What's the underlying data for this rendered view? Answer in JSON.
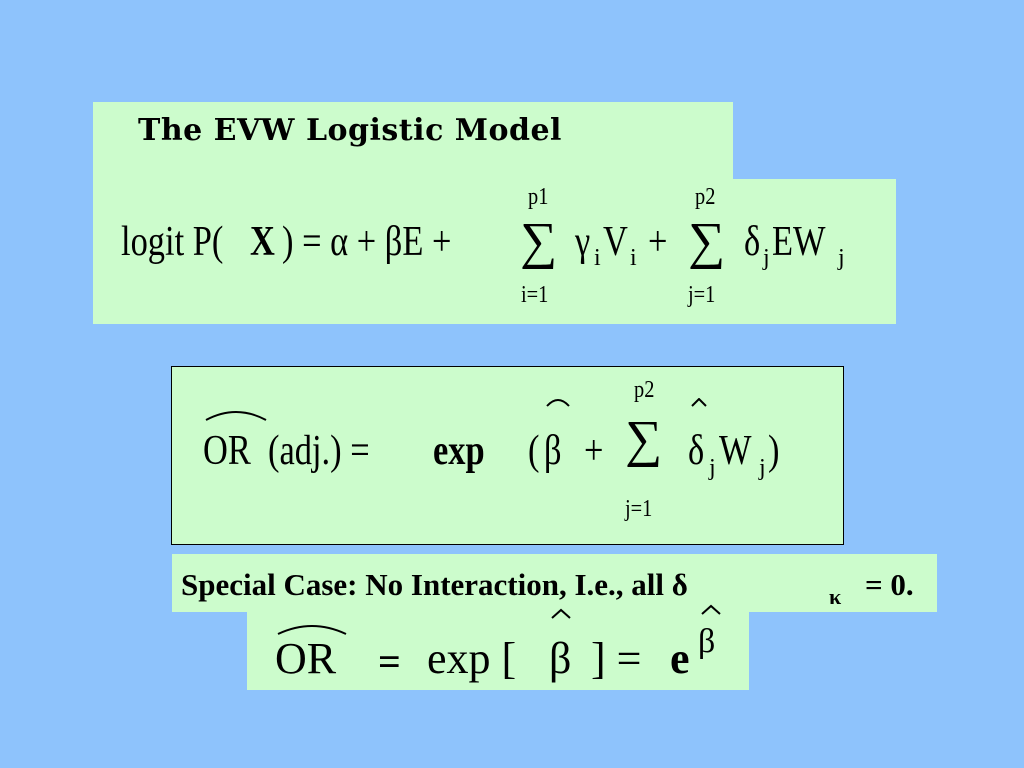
{
  "model_title": "The EVW Logistic Model",
  "equation1": {
    "lhs": "logit P(",
    "x_bold": "X",
    "rhs_start": ") = α + βE +",
    "sum1": {
      "symbol": "∑",
      "upper": "p1",
      "lower": "i=1"
    },
    "term1_gamma": "γ",
    "term1_i": "i",
    "term1_V": "V",
    "plus": "+",
    "sum2": {
      "symbol": "∑",
      "upper": "p2",
      "lower": "j=1"
    },
    "term2_delta": "δ",
    "term2_j": "j",
    "term2_EW": "EW"
  },
  "equation2": {
    "or_label": "OR",
    "adj": "(adj.) =",
    "exp_bold": "exp",
    "open_paren": "(",
    "beta": "β",
    "plus": "+",
    "sum": {
      "symbol": "∑",
      "upper": "p2",
      "lower": "j=1"
    },
    "delta": "δ",
    "j": "j",
    "W": "W",
    "close_paren": ")"
  },
  "special_case": {
    "text": "Special Case: No Interaction, I.e., all δ",
    "kappa": "κ",
    "tail": "= 0."
  },
  "equation3": {
    "or_label": "OR",
    "equals": "=",
    "exp": "exp [",
    "beta": "β",
    "close_and_eq": "] =",
    "e_bold": "e",
    "exponent_beta": "β"
  },
  "colors": {
    "background": "#8ec3fc",
    "panel": "#ccfccc"
  }
}
